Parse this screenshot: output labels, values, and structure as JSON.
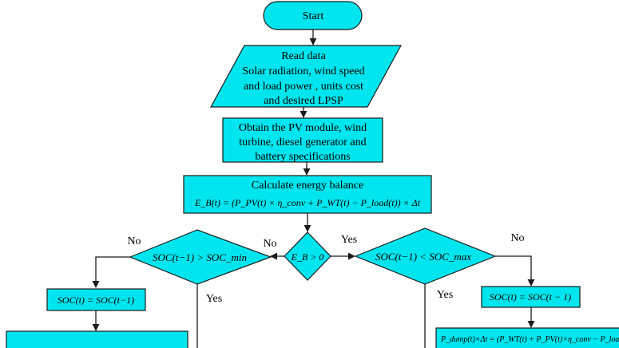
{
  "colors": {
    "node_fill": "#00e5ee",
    "stroke": "#1a1a1a"
  },
  "nodes": {
    "start": "Start",
    "read_data": [
      "Read data",
      "Solar radiation, wind speed",
      "and load power , units cost",
      "and desired LPSP"
    ],
    "specs": [
      "Obtain the PV module, wind",
      "turbine, diesel generator and",
      "battery specifications"
    ],
    "energy_balance": {
      "title": "Calculate energy balance",
      "formula": "E_B(t) = (P_PV(t) × η_conv + P_WT(t) − P_load(t)) × Δt"
    },
    "eb_check": "E_B > 0",
    "soc_min_check": "SOC(t−1) > SOC_min",
    "soc_max_check": "SOC(t−1) < SOC_max",
    "soc_hold_left": "SOC(t) = SOC(t−1)",
    "soc_hold_right": "SOC(t) = SOC(t − 1)",
    "dump_formula": "P_dump(t)×Δt = (P_WT(t) + P_PV(t)×η_conv − P_load(t))"
  },
  "labels": {
    "no_left": "No",
    "no_eb": "No",
    "yes_eb": "Yes",
    "no_right": "No",
    "yes_min": "Yes",
    "yes_max": "Yes"
  }
}
